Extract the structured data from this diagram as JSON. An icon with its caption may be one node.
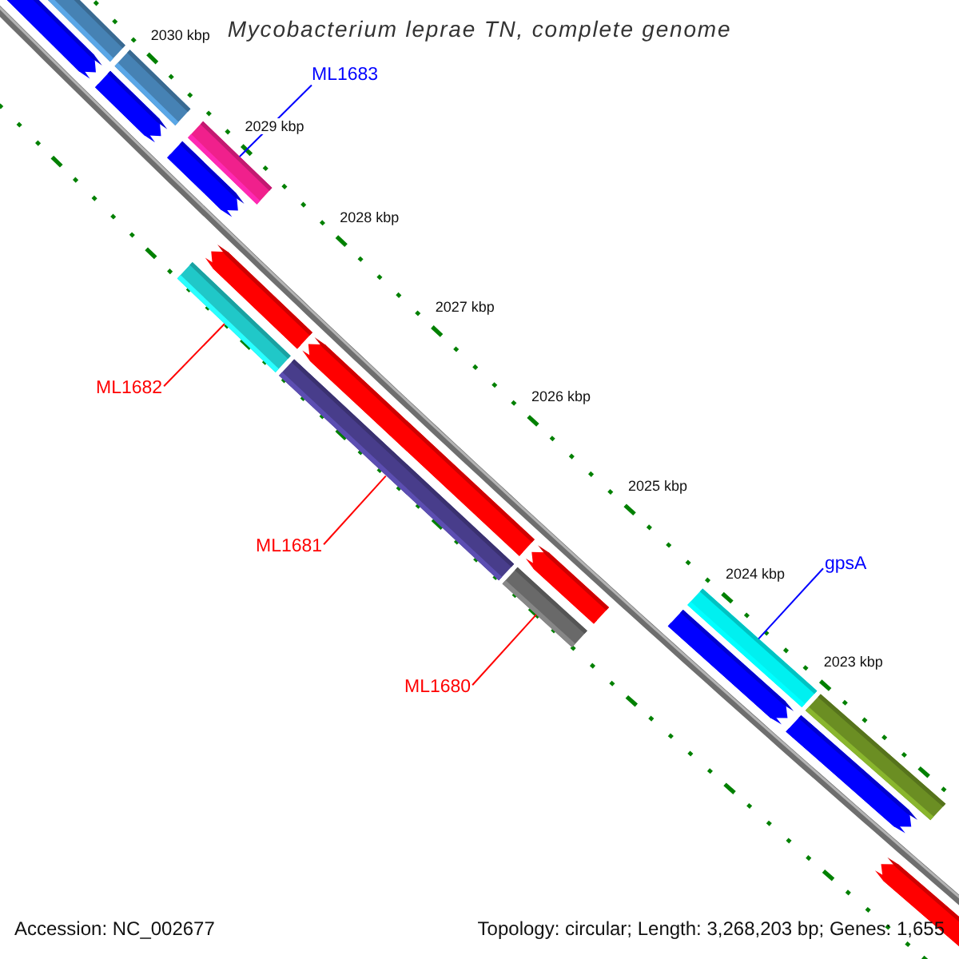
{
  "diagram": {
    "title": "Mycobacterium leprae TN, complete genome",
    "nodes": [
      {
        "text": [
          "ML1683"
        ]
      },
      {
        "text": [],
        "shape": "bar"
      },
      {
        "text": [
          "ML1682"
        ]
      },
      {
        "text": [],
        "shape": "bar"
      },
      {
        "text": [
          "ML1681"
        ]
      },
      {
        "text": [],
        "shape": "bar"
      },
      {
        "text": [
          "ML1680"
        ]
      },
      {
        "text": [],
        "shape": "bar"
      },
      {
        "text": [
          "gpsA"
        ]
      },
      {
        "text": [],
        "shape": "bar"
      }
    ],
    "edges": [
      {
        "from": 0,
        "to": 1,
        "arrow": "none",
        "color": "#0000ff"
      },
      {
        "from": 2,
        "to": 3,
        "arrow": "none"
      },
      {
        "from": 4,
        "to": 5,
        "arrow": "none"
      },
      {
        "from": 6,
        "to": 7,
        "arrow": "none"
      },
      {
        "from": 8,
        "to": 9,
        "arrow": "none",
        "color": "#0000ff"
      }
    ],
    "labels": [
      "2030 kbp",
      "2029 kbp",
      "2028 kbp",
      "2027 kbp",
      "2026 kbp",
      "2025 kbp",
      "2024 kbp",
      "2023 kbp",
      "Accession: NC_002677",
      "Topology: circular; Length: 3,268,203 bp; Genes: 1,655"
    ]
  }
}
